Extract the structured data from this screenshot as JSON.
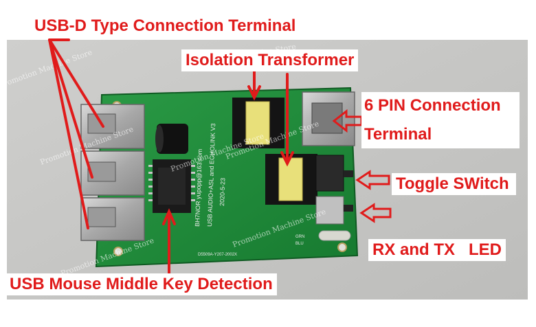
{
  "labels": {
    "usb_d": "USB-D Type Connection Terminal",
    "isolation": "Isolation Transformer",
    "six_pin_line1": "6 PIN Connection",
    "six_pin_line2": "Terminal",
    "toggle": "Toggle SWitch",
    "rx_tx": "RX and TX   LED",
    "usb_mouse": "USB Mouse Middle Key Detection"
  },
  "board_text": {
    "line1": "BH7NOR  yupopp@163.com",
    "line2": "USB AUDIO+ASL and ECHOLINK V3",
    "line3": "2020-5-23",
    "silk_bottom": "D5509A-Y207-2002X",
    "led_label_1": "GRN",
    "led_label_2": "BLU"
  },
  "watermarks": [
    "Promotion Machine Store",
    "Promotion Machine Store",
    "Promotion Machine Store",
    "Promotion Machine Store",
    "Promotion Machine Store",
    "Promotion Machine Store",
    "Promotion Machine Store"
  ],
  "colors": {
    "background": "#c9c9c7",
    "pcb": "#1f8a3a",
    "label_text": "#e01b1b",
    "arrow": "#e01b1b"
  }
}
